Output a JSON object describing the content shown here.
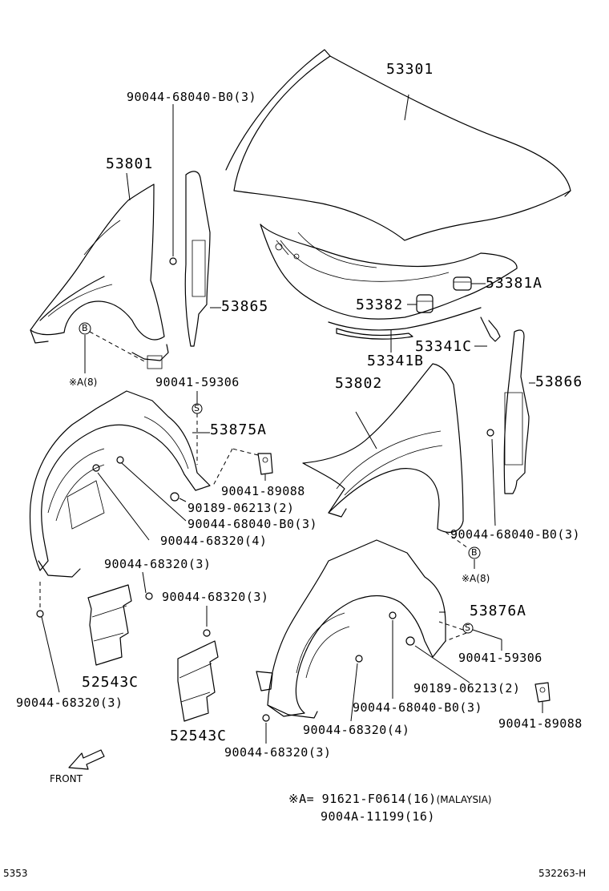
{
  "labels": {
    "hood": "53301",
    "bolt_top": "90044-68040-B0(3)",
    "fender_lh": "53801",
    "seal_lh": "53865",
    "lock_pad_a": "53381A",
    "cushion": "53382",
    "hood_seal": "53341C",
    "hood_seal_b": "53341B",
    "fender_rh": "53802",
    "seal_rh": "53866",
    "ref_a_lh": "※A(8)",
    "clip_lh": "90041-59306",
    "liner_lh": "53875A",
    "nut_lh": "90041-89088",
    "screw_lh": "90189-06213(2)",
    "bolt_lh_liner": "90044-68040-B0(3)",
    "bolt_lh_4": "90044-68320(4)",
    "bolt_rh_seal": "90044-68040-B0(3)",
    "ref_a_rh": "※A(8)",
    "bolt_lh_3a": "90044-68320(3)",
    "bolt_lh_3b": "90044-68320(3)",
    "liner_rh": "53876A",
    "clip_rh": "90041-59306",
    "shield_lh": "52543C",
    "bolt_lh_bottom": "90044-68320(3)",
    "screw_rh": "90189-06213(2)",
    "bolt_rh_liner": "90044-68040-B0(3)",
    "nut_rh": "90041-89088",
    "shield_rh": "52543C",
    "bolt_rh_4": "90044-68320(4)",
    "bolt_rh_3": "90044-68320(3)",
    "front": "FRONT",
    "note_line1": "※A= 91621-F0614(16)",
    "note_line1_sub": "(MALAYSIA)",
    "note_line2": "9004A-11199(16)",
    "page_left": "5353",
    "page_right": "532263-H",
    "marker_b": "B",
    "marker_s": "S"
  }
}
